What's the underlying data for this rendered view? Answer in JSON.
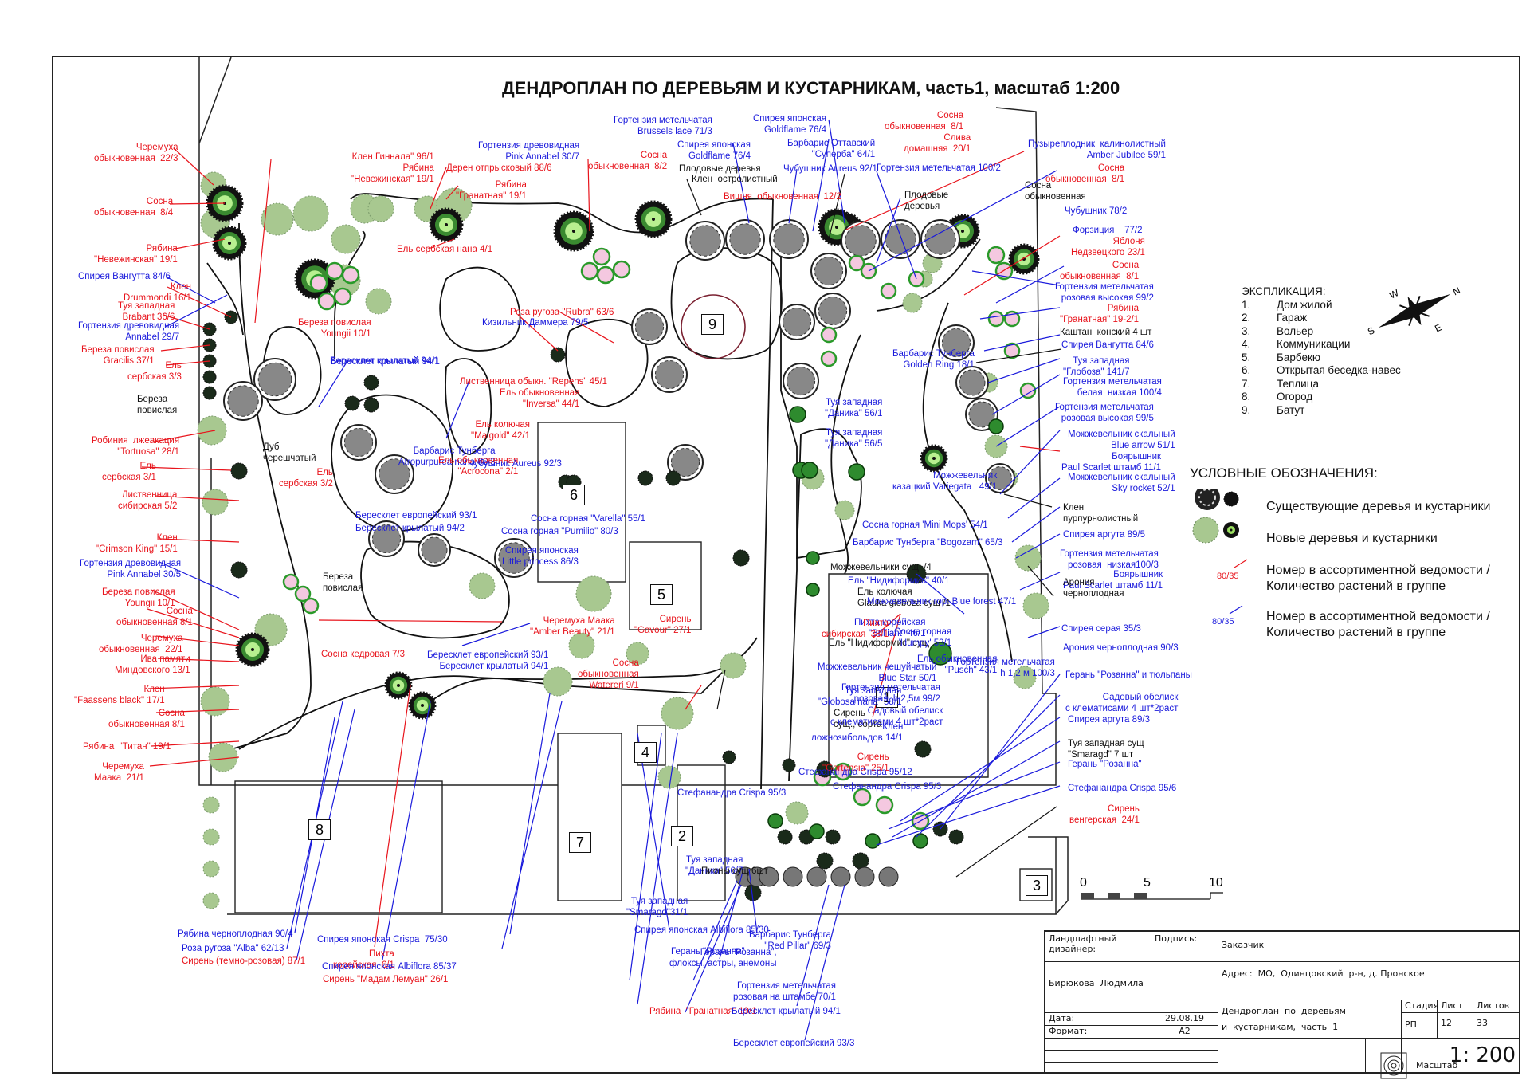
{
  "title": "ДЕНДРОПЛАН ПО ДЕРЕВЬЯМ И КУСТАРНИКАМ, часть1, масштаб 1:200",
  "colors": {
    "new_plant_label": "#e8141c",
    "existing_plant_label": "#1a1adc",
    "note_label": "#111111",
    "new_tree_fill": "#a8c890",
    "conifer_fill": "#2e8b2e",
    "hydrangea_fill": "#f4c8e0",
    "existing_fill": "#555555"
  },
  "explication": {
    "header": "ЭКСПЛИКАЦИЯ:",
    "items": [
      {
        "n": "1.",
        "label": "Дом жилой"
      },
      {
        "n": "2.",
        "label": "Гараж"
      },
      {
        "n": "3.",
        "label": "Вольер"
      },
      {
        "n": "4.",
        "label": "Коммуникации"
      },
      {
        "n": "5.",
        "label": "Барбекю"
      },
      {
        "n": "6.",
        "label": "Открытая беседка-навес"
      },
      {
        "n": "7.",
        "label": "Теплица"
      },
      {
        "n": "8.",
        "label": "Огород"
      },
      {
        "n": "9.",
        "label": "Батут"
      }
    ]
  },
  "compass": {
    "n": "N",
    "s": "S",
    "e": "E",
    "w": "W"
  },
  "legend": {
    "header": "УСЛОВНЫЕ ОБОЗНАЧЕНИЯ:",
    "items": [
      {
        "symbol": "existing-plant",
        "label": "Существующие деревья и кустарники"
      },
      {
        "symbol": "new-plant",
        "label": "Новые деревья и кустарники"
      },
      {
        "symbol": "red-callout",
        "sample": "80/35",
        "label": "Номер в ассортиментной ведомости /\nКоличество растений в группе"
      },
      {
        "symbol": "blue-callout",
        "sample": "80/35",
        "label": "Номер в ассортиментной ведомости /\nКоличество растений в группе"
      }
    ]
  },
  "scale_bar": {
    "ticks": [
      "0",
      "5",
      "10"
    ]
  },
  "buildings": [
    {
      "n": "1",
      "name": "Дом жилой"
    },
    {
      "n": "2",
      "name": "Гараж"
    },
    {
      "n": "3",
      "name": "Вольер"
    },
    {
      "n": "4",
      "name": "Коммуникации"
    },
    {
      "n": "5",
      "name": "Барбекю"
    },
    {
      "n": "6",
      "name": "Открытая беседка-навес"
    },
    {
      "n": "7",
      "name": "Теплица"
    },
    {
      "n": "8",
      "name": "Огород"
    },
    {
      "n": "9",
      "name": "Батут"
    }
  ],
  "labels": [
    {
      "t": "Черемуха\nобыкновенная  22/3",
      "c": "r"
    },
    {
      "t": "Сосна\nобыкновенная  8/4",
      "c": "r"
    },
    {
      "t": "Рябина\n\"Невежинская\" 19/1",
      "c": "r"
    },
    {
      "t": "Спирея Вангутта 84/6",
      "c": "b"
    },
    {
      "t": "Клен\nDrummondi 16/1",
      "c": "r"
    },
    {
      "t": "Туя западная\nBrabant 36/6",
      "c": "r"
    },
    {
      "t": "Гортензия древовидная\nAnnabel 29/7",
      "c": "b"
    },
    {
      "t": "Береза повислая\nGracilis 37/1",
      "c": "r"
    },
    {
      "t": "Ель\nсербская 3/3",
      "c": "r"
    },
    {
      "t": "Береза\nповислая",
      "c": "k"
    },
    {
      "t": "Робиния  лжеакация\n\"Tortuosa\" 28/1",
      "c": "r"
    },
    {
      "t": "Ель\nсербская 3/1",
      "c": "r"
    },
    {
      "t": "Лиственница\nсибирская 5/2",
      "c": "r"
    },
    {
      "t": "Клен\n\"Crimson King\" 15/1",
      "c": "r"
    },
    {
      "t": "Гортензия древовидная\nPink Annabel 30/5",
      "c": "b"
    },
    {
      "t": "Береза повислая\nYoungii 10/1",
      "c": "r"
    },
    {
      "t": "Сосна\nобыкновенная 8/1",
      "c": "r"
    },
    {
      "t": "Черемуха\nобыкновенная  22/1",
      "c": "r"
    },
    {
      "t": "Ива памяти\nМиндовского 13/1",
      "c": "r"
    },
    {
      "t": "Клен\n\"Faassens black\" 17/1",
      "c": "r"
    },
    {
      "t": "Сосна\nобыкновенная 8/1",
      "c": "r"
    },
    {
      "t": "Рябина  \"Титан\" 19/1",
      "c": "r"
    },
    {
      "t": "Черемуха\nМаака  21/1",
      "c": "r"
    },
    {
      "t": "Клен Гиннала\" 96/1\nРябина\n\"Невежинская\" 19/1",
      "c": "r"
    },
    {
      "t": "Дерен отпрысковый 88/6",
      "c": "r"
    },
    {
      "t": "Рябина\n\"Гранатная\" 19/1",
      "c": "r"
    },
    {
      "t": "Гортензия древовидная\nPink Annabel 30/7",
      "c": "b"
    },
    {
      "t": "Сосна\nобыкновенная  8/2",
      "c": "r"
    },
    {
      "t": "Ель сербская нана 4/1",
      "c": "r"
    },
    {
      "t": "Береза повислая\nYoungii 10/1",
      "c": "r"
    },
    {
      "t": "Бересклет крылатый 94/1",
      "c": "b"
    },
    {
      "t": "Дуб\nчерешчатый",
      "c": "k"
    },
    {
      "t": "Ель\nсербская 3/2",
      "c": "r"
    },
    {
      "t": "Бересклет европейский 93/1",
      "c": "b"
    },
    {
      "t": "Бересклет крылатый 94/2",
      "c": "b"
    },
    {
      "t": "Береза\nповислая",
      "c": "k"
    },
    {
      "t": "Сосна кедровая 7/3",
      "c": "r"
    },
    {
      "t": "Бересклет европейский 93/1\nБересклет крылатый 94/1",
      "c": "b"
    },
    {
      "t": "Черемуха Маака\n\"Amber Beauty\" 21/1",
      "c": "r"
    },
    {
      "t": "Сосна\nобыкновенная\nWatereri 9/1",
      "c": "r"
    },
    {
      "t": "Гортензия метельчатая\nBrussels lace 71/3",
      "c": "b"
    },
    {
      "t": "Спирея японская\nGoldflame 76/4",
      "c": "b"
    },
    {
      "t": "Спирея японская\nGoldflame 76/4",
      "c": "b"
    },
    {
      "t": "Плодовые деревья",
      "c": "k"
    },
    {
      "t": "Клен  остролистный",
      "c": "k"
    },
    {
      "t": "Вишня  обыкновенная  12/2",
      "c": "r"
    },
    {
      "t": "Барбарис Оттавский\n\"Суперба\" 64/1",
      "c": "b"
    },
    {
      "t": "Чубушник Aureus 92/1",
      "c": "b"
    },
    {
      "t": "Сосна\nобыкновенная  8/1",
      "c": "r"
    },
    {
      "t": "Слива\nдомашняя  20/1",
      "c": "r"
    },
    {
      "t": "Гортензия метельчатая 100/2",
      "c": "b"
    },
    {
      "t": "Плодовые\nдеревья",
      "c": "k"
    },
    {
      "t": "Пузыреплодник  калинолистный\nAmber Jubilee 59/1",
      "c": "b"
    },
    {
      "t": "Сосна\nобыкновенная  8/1",
      "c": "r"
    },
    {
      "t": "Сосна\nобыкновенная",
      "c": "k"
    },
    {
      "t": "Чубушник 78/2",
      "c": "b"
    },
    {
      "t": "Форзиция    77/2",
      "c": "b"
    },
    {
      "t": "Яблоня\nНедзвецкого 23/1",
      "c": "r"
    },
    {
      "t": "Сосна\nобыкновенная  8/1",
      "c": "r"
    },
    {
      "t": "Гортензия метельчатая\nрозовая высокая 99/2",
      "c": "b"
    },
    {
      "t": "Рябина\n\"Гранатная\" 19-2/1",
      "c": "r"
    },
    {
      "t": "Каштан  конский 4 шт",
      "c": "k"
    },
    {
      "t": "Спирея Вангутта 84/6",
      "c": "b"
    },
    {
      "t": "Туя западная\n\"Глобоза\" 141/7",
      "c": "b"
    },
    {
      "t": "Гортензия метельчатая\nбелая  низкая 100/4",
      "c": "b"
    },
    {
      "t": "Гортензия метельчатая\nрозовая высокая 99/5",
      "c": "b"
    },
    {
      "t": "Можжевельник скальный\nBlue arrow 51/1",
      "c": "b"
    },
    {
      "t": "Боярышник\nPaul Scarlet штамб 11/1",
      "c": "b"
    },
    {
      "t": "Можжевельник скальный\nSky rocket 52/1",
      "c": "b"
    },
    {
      "t": "Клен\nпурпурнолистный",
      "c": "k"
    },
    {
      "t": "Спирея аргута 89/5",
      "c": "b"
    },
    {
      "t": "Гортензия метельчатая\nрозовая  низкая100/3",
      "c": "b"
    },
    {
      "t": "Боярышник\nPaul Scarlet штамб 11/1",
      "c": "b"
    },
    {
      "t": "Арония\nчерноплодная",
      "c": "k"
    },
    {
      "t": "Спирея серая 35/3",
      "c": "b"
    },
    {
      "t": "Арония черноплодная 90/3",
      "c": "b"
    },
    {
      "t": "Барбарис Тунберга\nGolden Ring 18/1",
      "c": "b"
    },
    {
      "t": "Роза ругоза \"Rubra\" 63/6",
      "c": "r"
    },
    {
      "t": "Кизильник Даммера 79/5",
      "c": "b"
    },
    {
      "t": "Бересклет крылатый 94/1",
      "c": "b"
    },
    {
      "t": "Лиственница обыкн. \"Repens\" 45/1",
      "c": "r"
    },
    {
      "t": "Ель обыкновенная\n\"Inversa\" 44/1",
      "c": "r"
    },
    {
      "t": "Ель колючая\n\"Maigold\" 42/1",
      "c": "r"
    },
    {
      "t": "Барбарис Тунберга\nAtropurpurea nana 66/3",
      "c": "b"
    },
    {
      "t": "Ель обыкновенная\n\"Acrocona\" 2/1",
      "c": "r"
    },
    {
      "t": "Чубушник Aureus 92/3",
      "c": "b"
    },
    {
      "t": "Сосна горная \"Varella\" 55/1",
      "c": "b"
    },
    {
      "t": "Сосна горная \"Pumilio\" 80/3",
      "c": "b"
    },
    {
      "t": "Спирея японская\nLittle princess 86/3",
      "c": "b"
    },
    {
      "t": "Туя западная\n\"Даника\" 56/1",
      "c": "b"
    },
    {
      "t": "Туя западная\n\"Даника\" 56/5",
      "c": "b"
    },
    {
      "t": "Можжевельник\nказацкий Variegata   49/1",
      "c": "b"
    },
    {
      "t": "Сосна горная 'Mini Mops' 54/1",
      "c": "b"
    },
    {
      "t": "Барбарис Тунберга \"Bogozam\" 65/3",
      "c": "b"
    },
    {
      "t": "Можжевельники сущ  /4",
      "c": "k"
    },
    {
      "t": "Ель \"Нидиформис\" 40/1",
      "c": "b"
    },
    {
      "t": "Ель колючая\nGlauka globoza сущ /1",
      "c": "k"
    },
    {
      "t": "Можжевельник гор. Blue forest 47/1",
      "c": "b"
    },
    {
      "t": "Пихта корейская\n\"Brilliant\" 46/1",
      "c": "b"
    },
    {
      "t": "Пихта\nсибирская  38/1",
      "c": "r"
    },
    {
      "t": "Ель \"Нидиформис\" сущ",
      "c": "k"
    },
    {
      "t": "Сосна горная\n'Humpy' 53/1",
      "c": "b"
    },
    {
      "t": "Ель обыкновенная\n\"Pusch\" 43/1",
      "c": "b"
    },
    {
      "t": "Можжевельник чешуйчатый\nBlue Star 50/1",
      "c": "b"
    },
    {
      "t": "Туя западная\n\"Globosa nana\" 58/1",
      "c": "b"
    },
    {
      "t": "Сирень\nсущ., сорта",
      "c": "k"
    },
    {
      "t": "Клен\nложнозибольдов 14/1",
      "c": "b"
    },
    {
      "t": "Сирень\n\"Gortensia\" 25/1",
      "c": "r"
    },
    {
      "t": "Сирень\n\"Gavour\" 27/1",
      "c": "r"
    },
    {
      "t": "Гортензия метельчатая\nh 1,2 м 100/3",
      "c": "b"
    },
    {
      "t": "Гортензия метельчатая\nрозовая  h 2,5м 99/2",
      "c": "b"
    },
    {
      "t": "Садовый обелиск\nс клематисами 4 шт*2раст",
      "c": "b"
    },
    {
      "t": "Герань \"Розанна\" и тюльпаны",
      "c": "b"
    },
    {
      "t": "Садовый обелиск\nс клематисами 4 шт*2раст",
      "c": "b"
    },
    {
      "t": "Спирея аргута 89/3",
      "c": "b"
    },
    {
      "t": "Туя западная сущ\n\"Smaragd\" 7 шт",
      "c": "k"
    },
    {
      "t": "Герань \"Розанна\"",
      "c": "b"
    },
    {
      "t": "Стефанандра Crispa 95/6",
      "c": "b"
    },
    {
      "t": "Сирень\nвенгерская  24/1",
      "c": "r"
    },
    {
      "t": "Стефанандра Crispa 95/12",
      "c": "b"
    },
    {
      "t": "Стефанандра Crispa 95/3",
      "c": "b"
    },
    {
      "t": "Стефанандра Crispa 95/3",
      "c": "b"
    },
    {
      "t": "Туя западная\n\"Даника\" 56/7",
      "c": "b"
    },
    {
      "t": "Пионы сущ 6шт",
      "c": "k"
    },
    {
      "t": "Туя западная\n\"Smaragd\"31/1",
      "c": "b"
    },
    {
      "t": "Барбарис Тунберга\n\"Red Pillar\" 69/3",
      "c": "b"
    },
    {
      "t": "Герань \"Розанна\"",
      "c": "b"
    },
    {
      "t": "Герань \"Розанна\",\nфлоксы, астры, анемоны",
      "c": "b"
    },
    {
      "t": "Гортензия метельчатая\nрозовая на штамбе 70/1",
      "c": "b"
    },
    {
      "t": "Рябина  \"Гранатная\" 19/1",
      "c": "r"
    },
    {
      "t": "Бересклет крылатый 94/1",
      "c": "b"
    },
    {
      "t": "Бересклет европейский 93/3",
      "c": "b"
    },
    {
      "t": "Рябина черноплодная 90/4",
      "c": "b"
    },
    {
      "t": "Роза ругоза \"Alba\" 62/13",
      "c": "b"
    },
    {
      "t": "Сирень (темно-розовая) 87/1",
      "c": "r"
    },
    {
      "t": "Спирея японская Crispa  75/30",
      "c": "b"
    },
    {
      "t": "Пихта\nкорейская  6/1",
      "c": "r"
    },
    {
      "t": "Спирея японская Albiflora 85/37",
      "c": "b"
    },
    {
      "t": "Сирень \"Мадам Лемуан\" 26/1",
      "c": "r"
    },
    {
      "t": "Спирея японская Albiflora 85/30",
      "c": "b"
    }
  ],
  "title_block": {
    "designer_label": "Ландшафтный\nдизайнер:",
    "signature_label": "Подпись:",
    "client_label": "Заказчик",
    "designer_name": "Бирюкова  Людмила",
    "address": "Адрес:  МО,  Одинцовский  р-н, д. Пронское",
    "date_label": "Дата:",
    "date_value": "29.08.19",
    "format_label": "Формат:",
    "format_value": "A2",
    "sheet_title": "Дендроплан  по  деревьям\nи  кустарникам,  часть  1",
    "stage_label": "Стадия",
    "sheet_label": "Лист",
    "sheets_label": "Листов",
    "stage_value": "РП",
    "sheet_value": "12",
    "sheets_value": "33",
    "scale_label": "Масштаб",
    "scale_value": "1: 200"
  }
}
